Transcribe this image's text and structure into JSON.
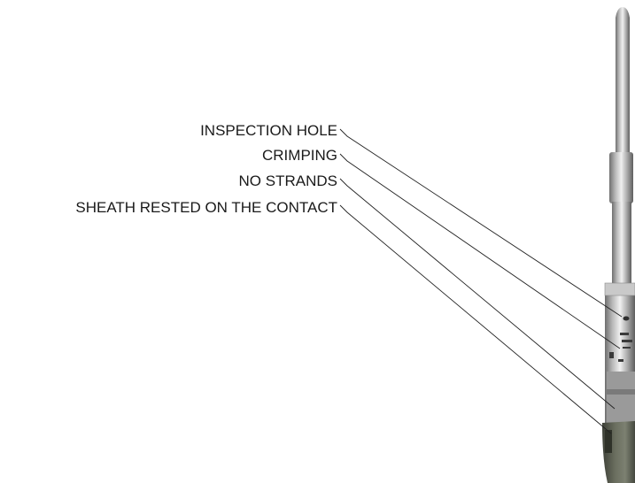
{
  "labels": {
    "inspection_hole": "INSPECTION HOLE",
    "crimping": "CRIMPING",
    "no_strands": "NO STRANDS",
    "sheath_rested": "SHEATH RESTED ON THE CONTACT"
  },
  "colors": {
    "background": "#ffffff",
    "text": "#1a1a1a",
    "leader_line": "#222222",
    "metal_light": "#e6e6e6",
    "metal_mid": "#b3b3b3",
    "metal_dark": "#6f6f6f",
    "sheath": "#5d6153"
  }
}
